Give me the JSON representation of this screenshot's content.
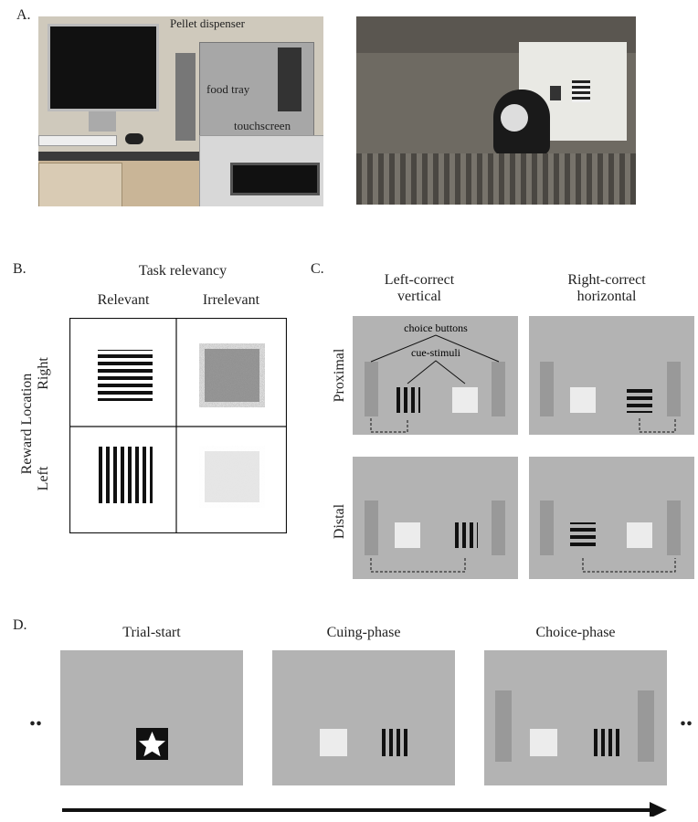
{
  "panel_a": {
    "label": "A.",
    "annotations": {
      "pellet_dispenser": "Pellet dispenser",
      "food_tray": "food tray",
      "touchscreen": "touchscreen"
    }
  },
  "panel_b": {
    "label": "B.",
    "header": "Task relevancy",
    "col_relevant": "Relevant",
    "col_irrelevant": "Irrelevant",
    "row_axis": "Reward Location",
    "row_right": "Right",
    "row_left": "Left"
  },
  "panel_c": {
    "label": "C.",
    "col1_line1": "Left-correct",
    "col1_line2": "vertical",
    "col2_line1": "Right-correct",
    "col2_line2": "horizontal",
    "row_proximal": "Proximal",
    "row_distal": "Distal",
    "choice_buttons": "choice buttons",
    "cue_stimuli": "cue-stimuli"
  },
  "panel_d": {
    "label": "D.",
    "phase1": "Trial-start",
    "phase2": "Cuing-phase",
    "phase3": "Choice-phase",
    "ellipsis": ".."
  },
  "colors": {
    "panel_gray": "#b3b3b3",
    "button_gray": "#999999",
    "stripe": "#111111",
    "noise_light": "#ececec",
    "noise_dark": "#9a9a9a"
  }
}
